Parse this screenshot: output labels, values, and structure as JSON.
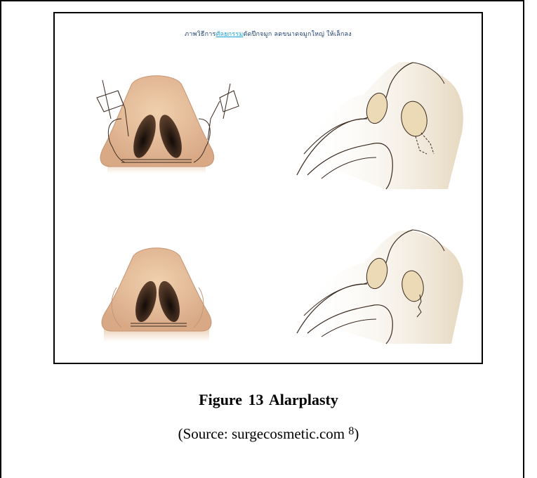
{
  "figure": {
    "header": {
      "before": "ภาพวิธีการ",
      "highlight": "ศัลยกรรม",
      "after": "ตัดปีกจมูก ลดขนาดจมูกใหญ่ ให้เล็กลง"
    },
    "caption": "Figure 13  Alarplasty",
    "source_text": "(Source: surgecosmetic.com ",
    "source_ref": "8",
    "source_close": ")"
  },
  "colors": {
    "skin": "#e8c3a0",
    "skin_dark": "#d4a37e",
    "nostril": "#2b1d14",
    "line": "#3a2a20",
    "side_fill": "#f2ead9"
  }
}
